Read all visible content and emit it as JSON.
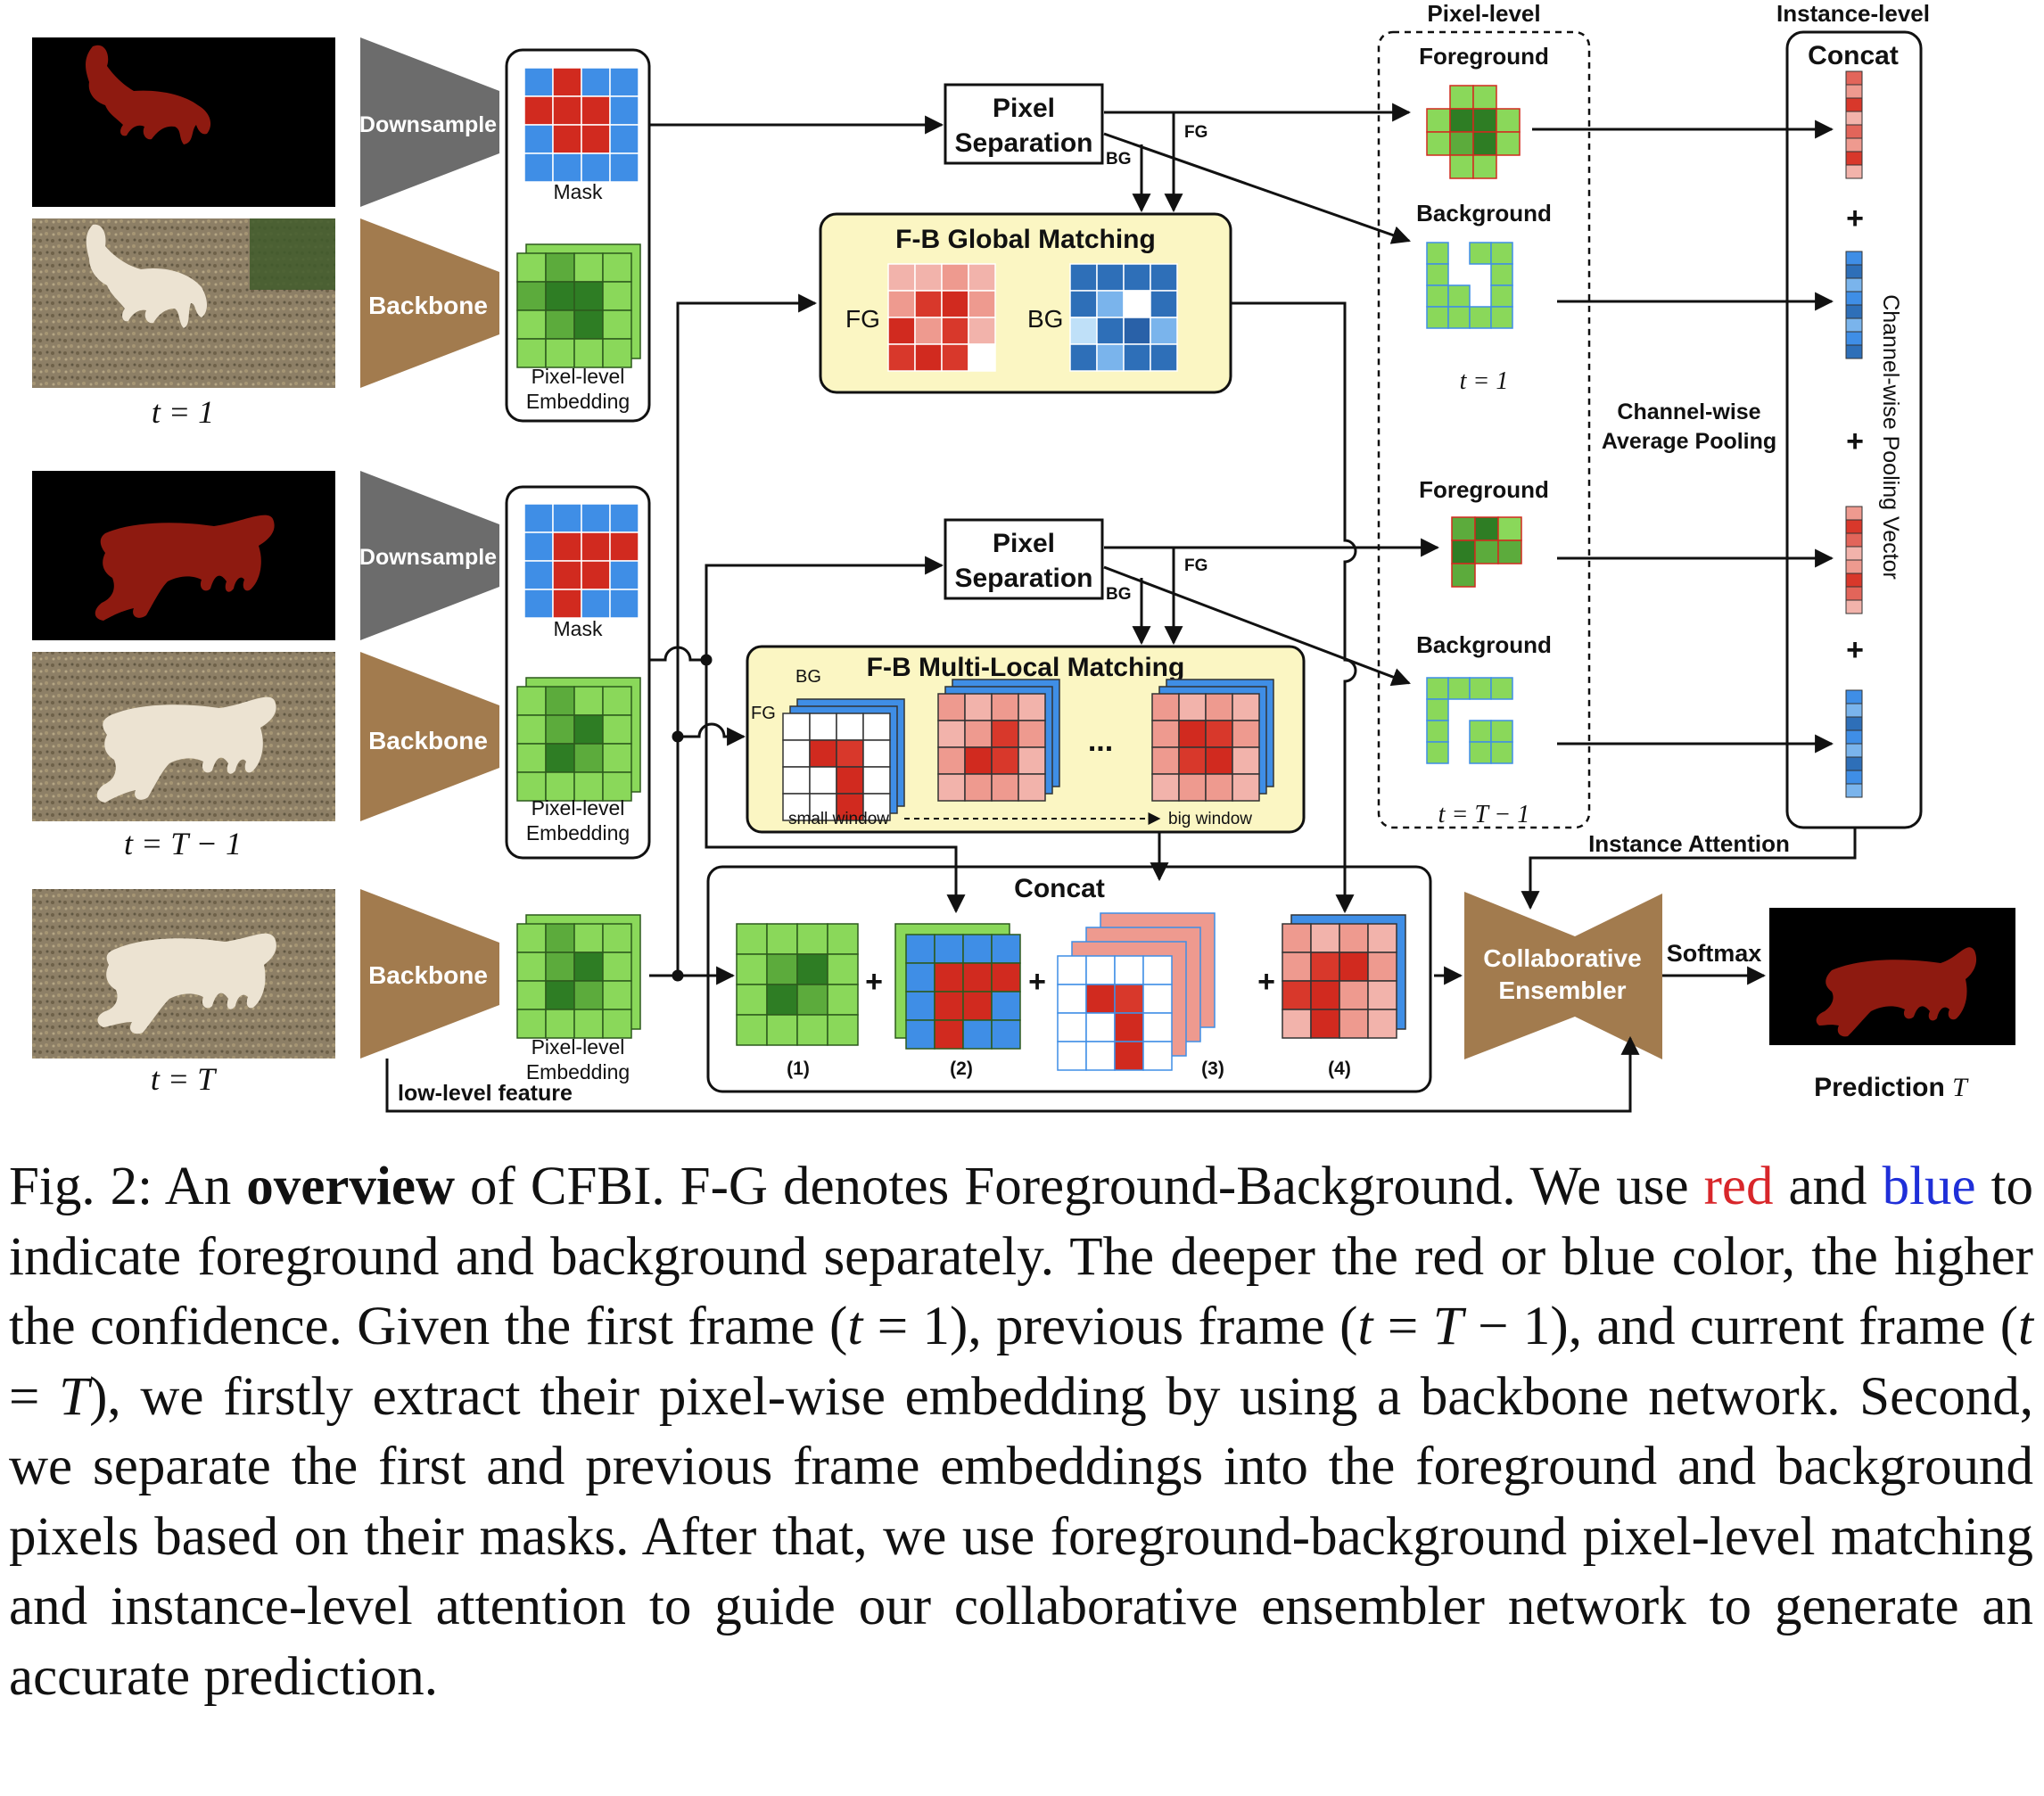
{
  "diagram": {
    "frames": {
      "first": "t = 1",
      "previous": "t = T − 1",
      "current": "t = T"
    },
    "modules": {
      "downsample": "Downsample",
      "backbone": "Backbone",
      "mask": "Mask",
      "pixel_embedding_line1": "Pixel-level",
      "pixel_embedding_line2": "Embedding",
      "pixel_separation_line1": "Pixel",
      "pixel_separation_line2": "Separation",
      "fg": "FG",
      "bg": "BG",
      "global_matching": "F-B Global Matching",
      "multi_local_matching": "F-B Multi-Local Matching",
      "small_window": "small window",
      "big_window": "big window",
      "ellipsis": "...",
      "concat": "Concat",
      "concat_items": [
        "(1)",
        "(2)",
        "(3)",
        "(4)"
      ],
      "plus": "+",
      "collab_line1": "Collaborative",
      "collab_line2": "Ensembler",
      "softmax": "Softmax",
      "prediction": "Prediction",
      "prediction_var": "T",
      "low_level_feature": "low-level feature",
      "pixel_level": "Pixel-level",
      "instance_level": "Instance-level",
      "foreground": "Foreground",
      "background": "Background",
      "pooling_line1": "Channel-wise",
      "pooling_line2": "Average Pooling",
      "pooling_vector": "Channel-wise Pooling Vector",
      "instance_attention": "Instance Attention"
    },
    "colors": {
      "mask_red": "#d12a1f",
      "mask_blue": "#3f8ee6",
      "embed_green": "#8ad85a",
      "embed_dark": "#2e7d24",
      "global_bg": "#fbf6c3",
      "module_brown": "#a27b4e",
      "module_gray": "#6c6c6c"
    }
  },
  "caption": {
    "label": "Fig. 2:",
    "t01": "An",
    "t02": "overview",
    "t03": "of CFBI. F-G denotes Foreground-Background. We use",
    "t04": "red",
    "t05": "and",
    "t06": "blue",
    "t07": "to indicate foreground and background separately. The deeper the red or blue color, the higher the confidence. Given the first frame (",
    "t08": "t",
    "t09": " = 1), previous frame (",
    "t10": "t",
    "t11": " = ",
    "t12": "T",
    "t13": " − 1), and current frame (",
    "t14": "t",
    "t15": " = ",
    "t16": "T",
    "t17": "), we firstly extract their pixel-wise embedding by using a backbone network. Second, we separate the first and previous frame embeddings into the foreground and background pixels based on their masks. After that, we use foreground-background pixel-level matching and instance-level attention to guide our collaborative ensembler network to generate an accurate prediction."
  }
}
